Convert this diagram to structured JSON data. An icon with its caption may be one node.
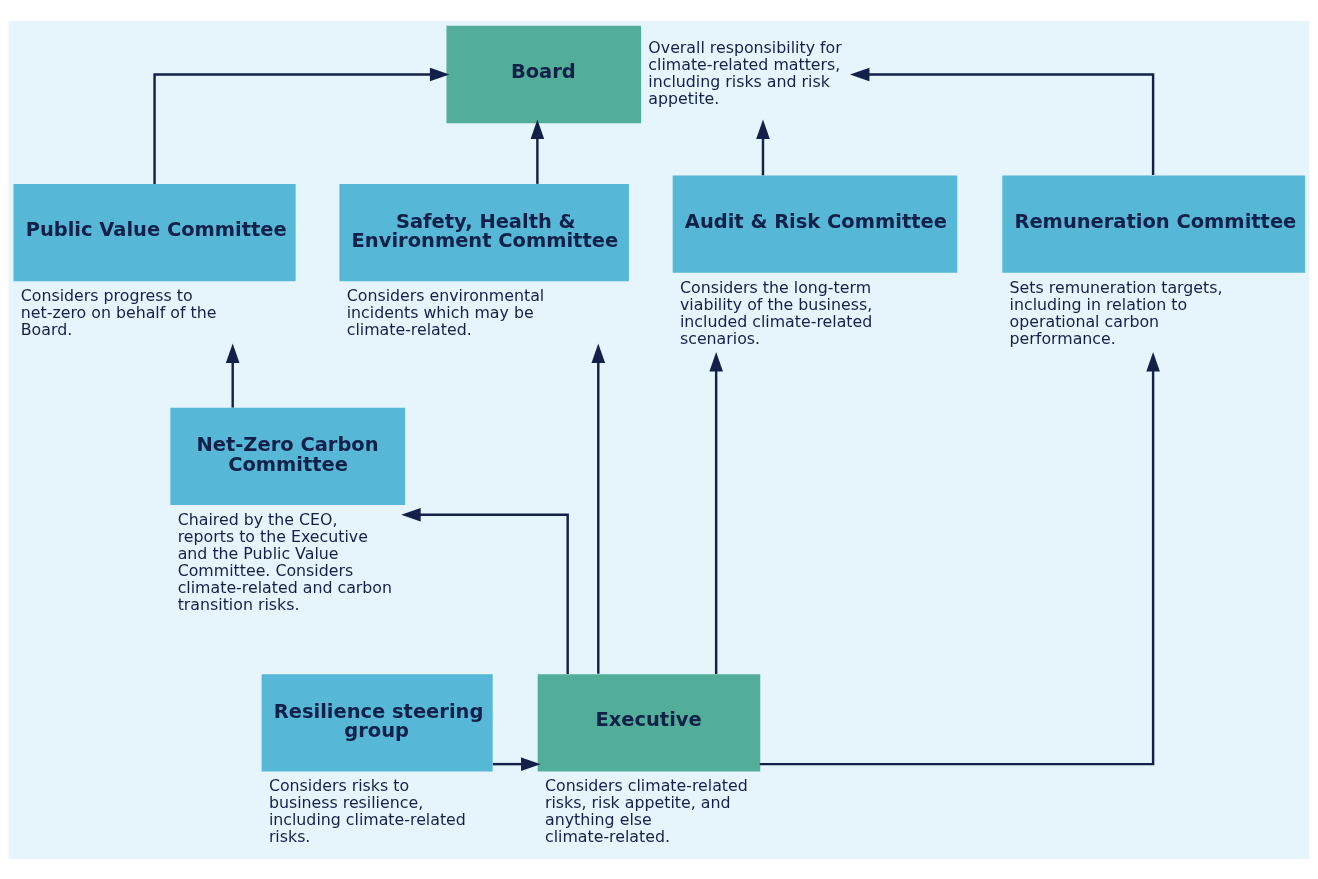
{
  "diagram": {
    "nodes": [
      {
        "text": [
          "Board"
        ],
        "beside": [
          "Overall responsibility for climate-related matters, including risks and risk appetite."
        ]
      },
      {
        "text": [
          "Public Value Committee"
        ],
        "beside": [
          "Considers progress to net-zero on behalf of the Board."
        ]
      },
      {
        "text": [
          "Safety, Health & Environment Committee"
        ],
        "beside": [
          "Considers environmental incidents which may be climate-related."
        ]
      },
      {
        "text": [
          "Audit & Risk Committee"
        ],
        "beside": [
          "Considers the long-term viability of the business, included climate-related scenarios."
        ]
      },
      {
        "text": [
          "Remuneration Committee"
        ],
        "beside": [
          "Sets remuneration targets, including in relation to operational carbon performance."
        ]
      },
      {
        "text": [
          "Net-Zero Carbon Committee"
        ],
        "beside": [
          "Chaired by the CEO, reports to the Executive and the Public Value Committee. Considers climate-related and carbon transition risks."
        ]
      },
      {
        "text": [
          "Executive"
        ],
        "beside": [
          "Considers climate-related risks, risk appetite, and anything else climate-related."
        ]
      },
      {
        "text": [
          "Resilience steering group"
        ],
        "beside": [
          "Considers risks to business resilience, including climate-related risks."
        ]
      }
    ],
    "edges": [
      {
        "from": 1,
        "to": 0,
        "arrow": "to"
      },
      {
        "from": 2,
        "to": 0,
        "arrow": "to"
      },
      {
        "from": 3,
        "to": 0,
        "arrow": "to"
      },
      {
        "from": 4,
        "to": 0,
        "arrow": "to"
      },
      {
        "from": 5,
        "to": 1,
        "arrow": "to"
      },
      {
        "from": 6,
        "to": 5,
        "arrow": "to"
      },
      {
        "from": 6,
        "to": 2,
        "arrow": "to"
      },
      {
        "from": 6,
        "to": 3,
        "arrow": "to"
      },
      {
        "from": 6,
        "to": 4,
        "arrow": "to"
      },
      {
        "from": 7,
        "to": 6,
        "arrow": "to"
      }
    ]
  }
}
